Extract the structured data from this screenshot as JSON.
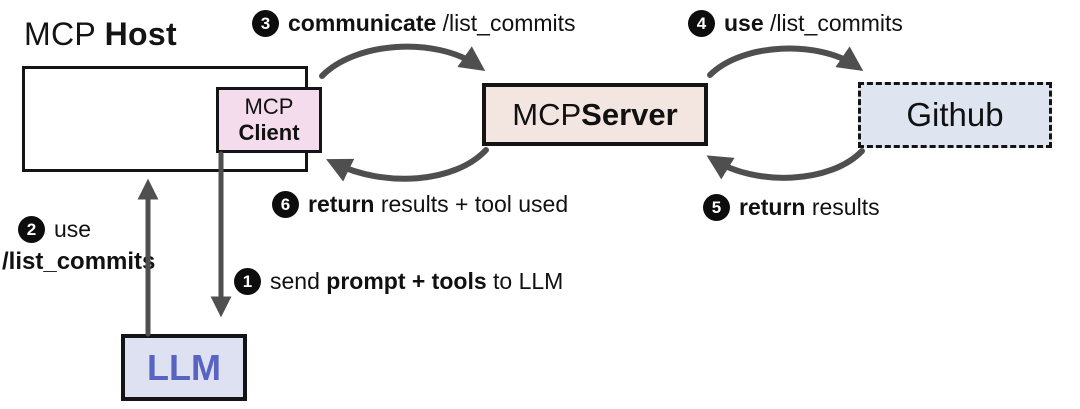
{
  "title": {
    "prefix": "MCP ",
    "bold": "Host"
  },
  "boxes": {
    "client": {
      "top": "MCP",
      "bottom": "Client"
    },
    "server": {
      "prefix": "MCP ",
      "bold": "Server"
    },
    "github": {
      "label": "Github"
    },
    "llm": {
      "label": "LLM"
    }
  },
  "steps": {
    "s1": {
      "num": "1",
      "pre": "send ",
      "bold": "prompt + tools",
      "post": " to LLM"
    },
    "s2": {
      "num": "2",
      "pre": "use",
      "bold": "/list_commits"
    },
    "s3": {
      "num": "3",
      "bold": "communicate",
      "post": " /list_commits"
    },
    "s4": {
      "num": "4",
      "bold": "use",
      "post": " /list_commits"
    },
    "s5": {
      "num": "5",
      "bold": "return",
      "post": " results"
    },
    "s6": {
      "num": "6",
      "bold": "return",
      "post": " results + tool used"
    }
  },
  "colors": {
    "client_bg": "#f5dcec",
    "server_bg": "#f3e6e1",
    "github_bg": "#dee5f1",
    "llm_bg": "#dde1f2",
    "llm_text": "#5863c2",
    "arrow": "#4f4f4f"
  }
}
